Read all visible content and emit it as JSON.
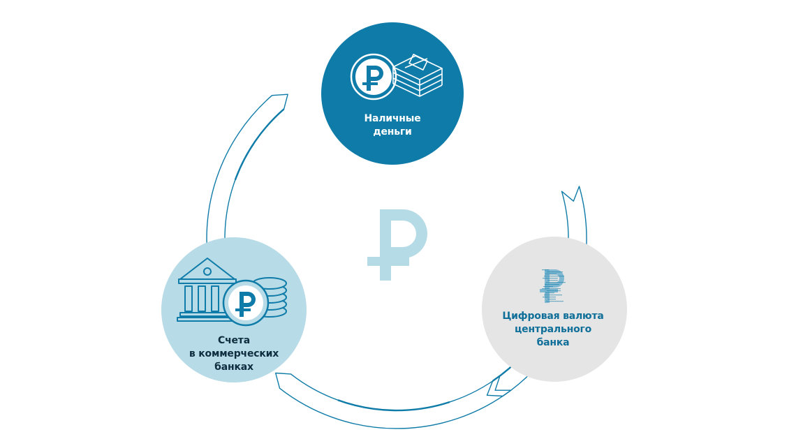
{
  "nodes": {
    "cash": {
      "line1": "Наличные",
      "line2": "деньги",
      "icons": [
        "ruble-coin-icon",
        "banknote-stack-icon"
      ]
    },
    "bank_accounts": {
      "line1": "Счета",
      "line2": "в коммерческих",
      "line3": "банках",
      "icons": [
        "bank-building-icon",
        "ruble-coin-icon",
        "coin-stack-icon"
      ]
    },
    "cbdc": {
      "line1": "Цифровая валюта",
      "line2": "центрального",
      "line3": "банка",
      "icons": [
        "digital-ruble-icon"
      ]
    }
  },
  "center_symbol": "ruble-sign-icon",
  "colors": {
    "primary": "#0f7ba8",
    "light_blue": "#b7dbe7",
    "grey": "#e5e5e5",
    "center": "#b4dbe6",
    "dark_text": "#0e2d3f"
  }
}
